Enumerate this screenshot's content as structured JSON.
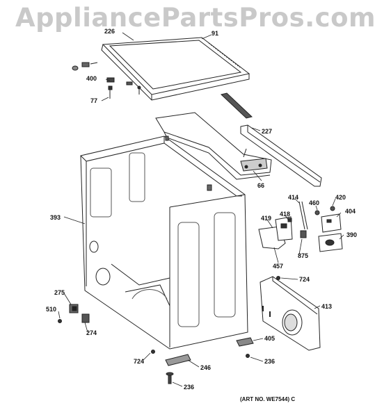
{
  "watermark": "AppliancePartsPros.com",
  "art_number": "(ART NO. WE7544) C",
  "labels": {
    "p226": "226",
    "p91": "91",
    "p400": "400",
    "p77": "77",
    "p227": "227",
    "p66": "66",
    "p393": "393",
    "p414": "414",
    "p420": "420",
    "p460": "460",
    "p404": "404",
    "p418": "418",
    "p419": "419",
    "p390": "390",
    "p875": "875",
    "p457": "457",
    "p724a": "724",
    "p275": "275",
    "p413": "413",
    "p510": "510",
    "p274": "274",
    "p405": "405",
    "p236a": "236",
    "p724b": "724",
    "p246": "246",
    "p236b": "236"
  }
}
